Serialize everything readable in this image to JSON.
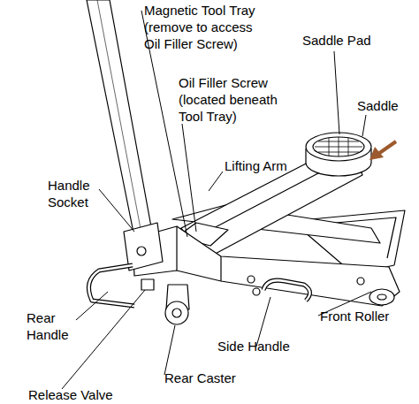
{
  "diagram": {
    "labels": [
      "Magnetic Tool Tray (remove to access Oil Filler Screw)",
      "Saddle Pad",
      "Oil Filler Screw (located beneath Tool Tray)",
      "Saddle",
      "Handle Socket",
      "Lifting Arm",
      "Rear Handle",
      "Front Roller",
      "Side Handle",
      "Rear Caster",
      "Release Valve"
    ]
  }
}
